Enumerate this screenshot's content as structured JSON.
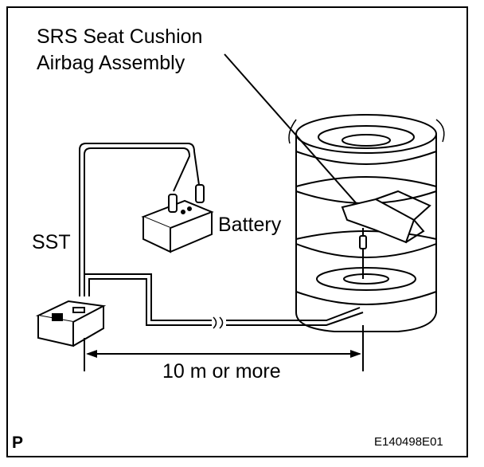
{
  "labels": {
    "title_line1": "SRS Seat Cushion",
    "title_line2": "Airbag Assembly",
    "battery": "Battery",
    "sst": "SST",
    "distance": "10 m or more",
    "corner_mark": "P",
    "figure_code": "E140498E01"
  },
  "colors": {
    "line": "#000000",
    "background": "#ffffff"
  }
}
